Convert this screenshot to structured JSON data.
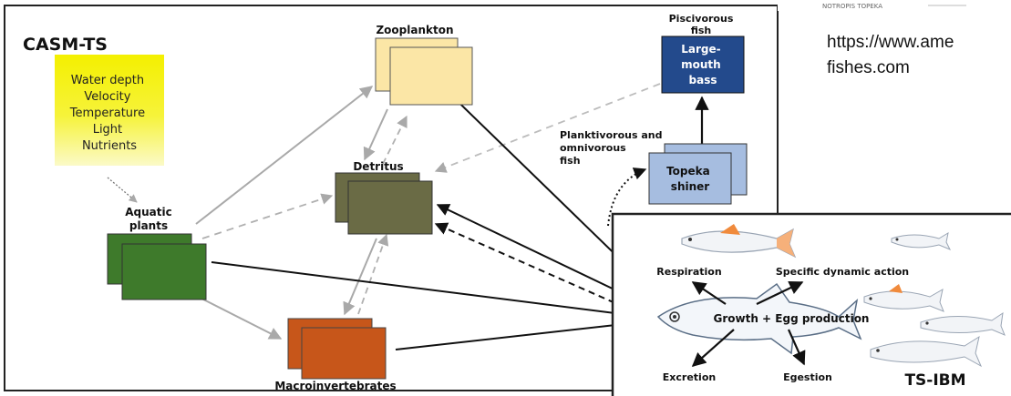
{
  "model_title": "CASM-TS",
  "ibm_title": "TS-IBM",
  "environment_factors": [
    "Water depth",
    "Velocity",
    "Temperature",
    "Light",
    "Nutrients"
  ],
  "nodes": {
    "zooplankton": "Zooplankton",
    "piscivorous_line1": "Piscivorous",
    "piscivorous_line2": "fish",
    "bass_line1": "Large-",
    "bass_line2": "mouth",
    "bass_line3": "bass",
    "planktivorous_line1": "Planktivorous and",
    "planktivorous_line2": "omnivorous",
    "planktivorous_line3": "fish",
    "shiner_line1": "Topeka",
    "shiner_line2": "shiner",
    "detritus": "Detritus",
    "aquatic_line1": "Aquatic",
    "aquatic_line2": "plants",
    "macroinvertebrates": "Macroinvertebrates"
  },
  "processes": {
    "respiration": "Respiration",
    "sda": "Specific dynamic action",
    "growth": "Growth + Egg production",
    "excretion": "Excretion",
    "egestion": "Egestion"
  },
  "source_url_line1": "https://www.ame",
  "source_url_line2": "fishes.com",
  "top_caption": "NOTROPIS TOPEKA",
  "colors": {
    "env_yellow": "#f4f000",
    "zooplankton": "#fbe6a6",
    "detritus": "#6a6b45",
    "aquatic_plants": "#3e7a2b",
    "macroinvertebrates": "#c7561a",
    "bass": "#234a8c",
    "shiner": "#a6bde0",
    "fish_accent": "#f08a3c"
  }
}
